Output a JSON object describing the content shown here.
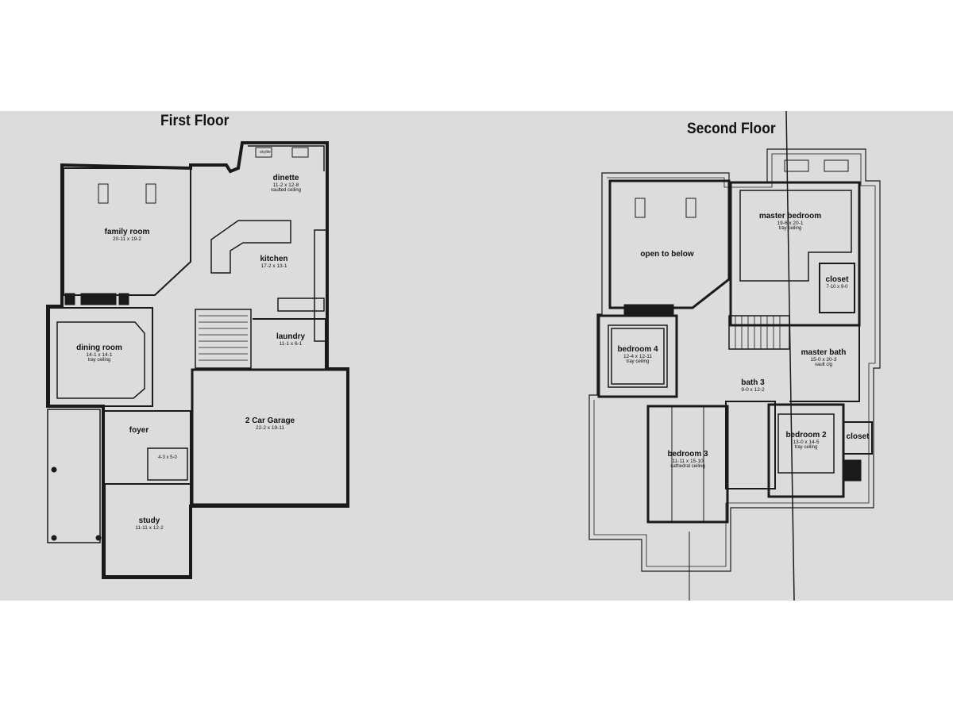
{
  "first_floor": {
    "title": "First Floor",
    "rooms": {
      "dinette": {
        "name": "dinette",
        "dims": "11-2 x 12-8",
        "note": "vaulted ceiling"
      },
      "family_room": {
        "name": "family room",
        "dims": "20-11 x 19-2"
      },
      "kitchen": {
        "name": "kitchen",
        "dims": "17-2 x 13-1"
      },
      "laundry": {
        "name": "laundry",
        "dims": "11-1 x 6-1"
      },
      "dining_room": {
        "name": "dining room",
        "dims": "14-1 x 14-1",
        "note": "tray ceiling"
      },
      "garage": {
        "name": "2 Car Garage",
        "dims": "22-2 x 19-11"
      },
      "foyer": {
        "name": "foyer"
      },
      "bath": {
        "dims": "4-3 x 5-0"
      },
      "study": {
        "name": "study",
        "dims": "11-11 x 12-2"
      }
    },
    "skylight_label": "skylite"
  },
  "second_floor": {
    "title": "Second Floor",
    "rooms": {
      "open_to_below": {
        "name": "open to below"
      },
      "master_bedroom": {
        "name": "master bedroom",
        "dims": "19-6 x 20-1",
        "note": "tray ceiling"
      },
      "closet_master": {
        "name": "closet",
        "dims": "7-10 x 9-0"
      },
      "bedroom4": {
        "name": "bedroom 4",
        "dims": "12-4 x 12-11",
        "note": "tray ceiling"
      },
      "master_bath": {
        "name": "master bath",
        "dims": "15-0 x 20-3",
        "note": "vault clg"
      },
      "bath3": {
        "name": "bath 3",
        "dims": "9-0 x 12-2"
      },
      "bedroom2": {
        "name": "bedroom 2",
        "dims": "13-0 x 14-5",
        "note": "tray ceiling"
      },
      "closet2": {
        "name": "closet"
      },
      "bedroom3": {
        "name": "bedroom 3",
        "dims": "11-11 x 15-10",
        "note": "cathedral ceiling"
      }
    }
  }
}
